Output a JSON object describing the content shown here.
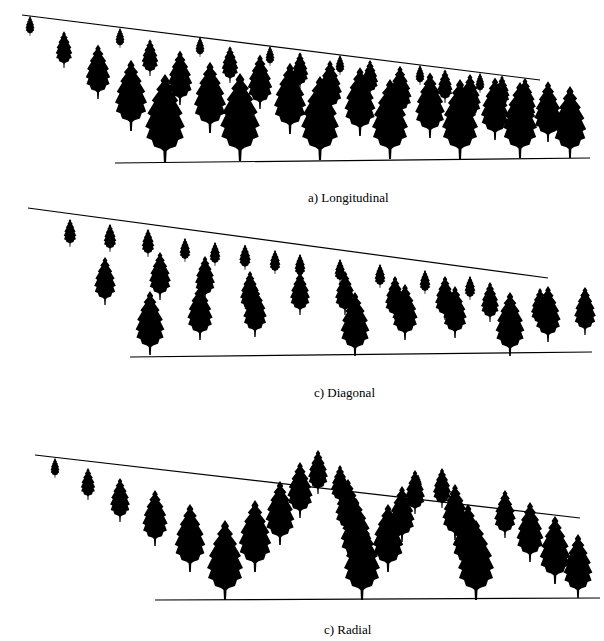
{
  "diagram": {
    "labels": [
      "a) Longitudinal",
      "c) Diagonal",
      "c) Radial"
    ]
  }
}
